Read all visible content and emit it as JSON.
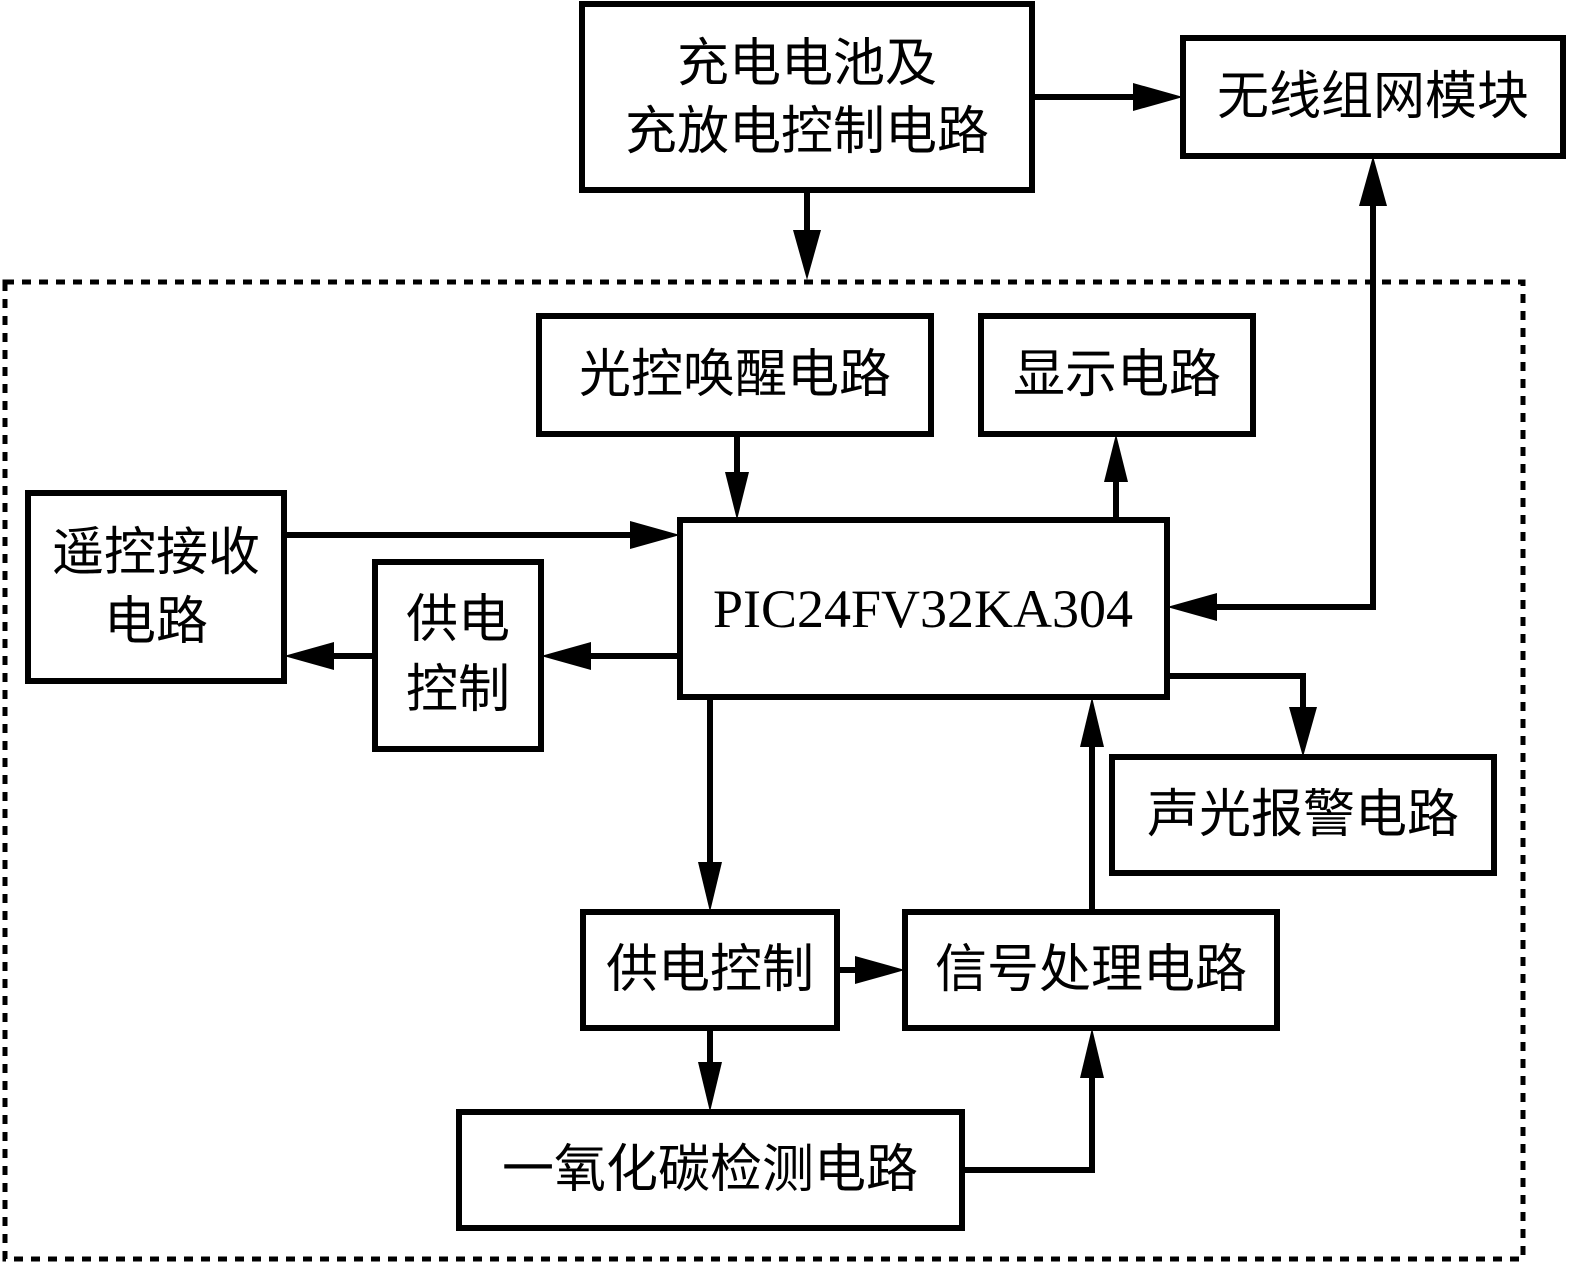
{
  "diagram": {
    "type": "block-diagram",
    "colors": {
      "stroke": "#000000",
      "background": "#ffffff"
    },
    "blocks": {
      "battery": {
        "lines": [
          "充电电池及",
          "充放电控制电路"
        ]
      },
      "wireless": {
        "lines": [
          "无线组网模块"
        ]
      },
      "light_wake": {
        "lines": [
          "光控唤醒电路"
        ]
      },
      "display": {
        "lines": [
          "显示电路"
        ]
      },
      "remote": {
        "lines": [
          "遥控接收",
          "电路"
        ]
      },
      "power_ctrl_left": {
        "lines": [
          "供电",
          "控制"
        ]
      },
      "mcu": {
        "lines": [
          "PIC24FV32KA304"
        ]
      },
      "alarm": {
        "lines": [
          "声光报警电路"
        ]
      },
      "power_ctrl_bottom": {
        "lines": [
          "供电控制"
        ]
      },
      "signal_proc": {
        "lines": [
          "信号处理电路"
        ]
      },
      "co_detect": {
        "lines": [
          "一氧化碳检测电路"
        ]
      }
    },
    "connections": [
      {
        "from": "battery",
        "to": "wireless"
      },
      {
        "from": "battery",
        "to": "dashed-frame"
      },
      {
        "from": "wireless",
        "to": "mcu",
        "bidirectional": true
      },
      {
        "from": "light_wake",
        "to": "mcu"
      },
      {
        "from": "mcu",
        "to": "display"
      },
      {
        "from": "remote",
        "to": "mcu"
      },
      {
        "from": "mcu",
        "to": "power_ctrl_left"
      },
      {
        "from": "power_ctrl_left",
        "to": "remote"
      },
      {
        "from": "mcu",
        "to": "alarm"
      },
      {
        "from": "mcu",
        "to": "power_ctrl_bottom"
      },
      {
        "from": "power_ctrl_bottom",
        "to": "signal_proc"
      },
      {
        "from": "power_ctrl_bottom",
        "to": "co_detect"
      },
      {
        "from": "co_detect",
        "to": "signal_proc"
      },
      {
        "from": "signal_proc",
        "to": "mcu"
      }
    ]
  }
}
